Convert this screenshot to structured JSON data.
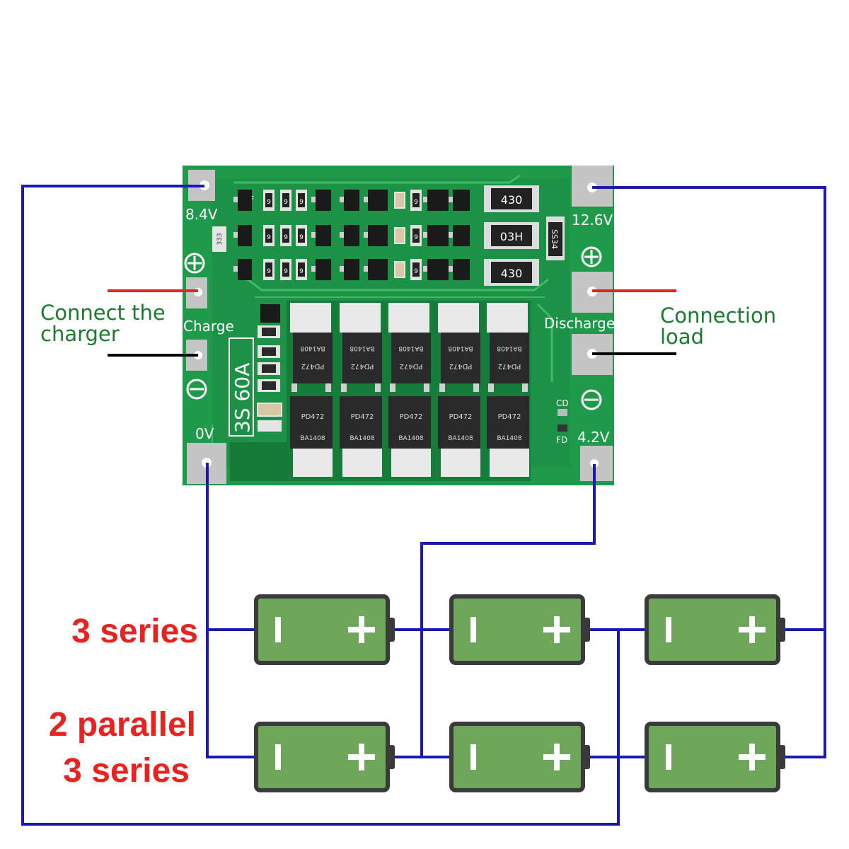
{
  "board": {
    "model_marking": "3S 60A",
    "pads": {
      "top_left": "8.4V",
      "top_right": "12.6V",
      "bottom_left": "0V",
      "bottom_right": "4.2V",
      "charge": "Charge",
      "discharge": "Discharge"
    },
    "resistor_markings": [
      "430",
      "03H",
      "430"
    ],
    "small_markings": {
      "bf": "BF",
      "cd": "CD",
      "fd": "FD",
      "diode": "SS34"
    },
    "mosfet_top_text": [
      "BA1408",
      "PD472"
    ],
    "mosfet_bottom_text": [
      "PD472",
      "BA1408"
    ],
    "smd_code": "333",
    "smd_digit": "9",
    "colors": {
      "pcb": "#1e9a4a",
      "pcb_dark": "#0e7a36",
      "pcb_trace": "#22a653",
      "pad": "#c9c9c9"
    }
  },
  "labels": {
    "charger": [
      "Connect the",
      "charger"
    ],
    "load": [
      "Connection",
      "load"
    ],
    "series": "3 series",
    "parallel": [
      "2 parallel",
      "3 series"
    ]
  },
  "colors": {
    "wire": "#1a1ab0",
    "positive_wire": "#e8231f",
    "negative_wire": "#000000",
    "label_green": "#1b7a2e",
    "label_red": "#e8231f",
    "battery_fill": "#6fa75a",
    "battery_border": "#3a3a3a"
  },
  "batteries": {
    "count": 6,
    "negative_symbol": "−",
    "positive_symbol": "+"
  }
}
